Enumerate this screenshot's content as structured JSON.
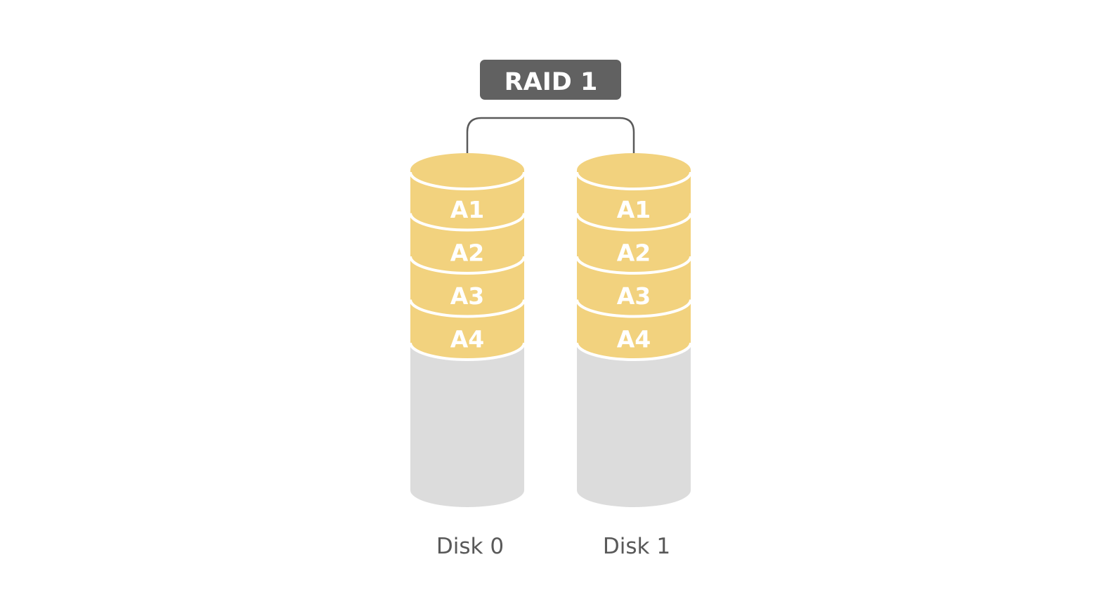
{
  "title": "RAID 1",
  "colors": {
    "title_bg": "#616161",
    "connector": "#5a5a5a",
    "data_block": "#f2d27e",
    "empty_space": "#dcdcdc",
    "separator": "#ffffff",
    "label_text": "#595959"
  },
  "disks": [
    {
      "label": "Disk 0",
      "blocks": [
        "A1",
        "A2",
        "A3",
        "A4"
      ]
    },
    {
      "label": "Disk 1",
      "blocks": [
        "A1",
        "A2",
        "A3",
        "A4"
      ]
    }
  ]
}
